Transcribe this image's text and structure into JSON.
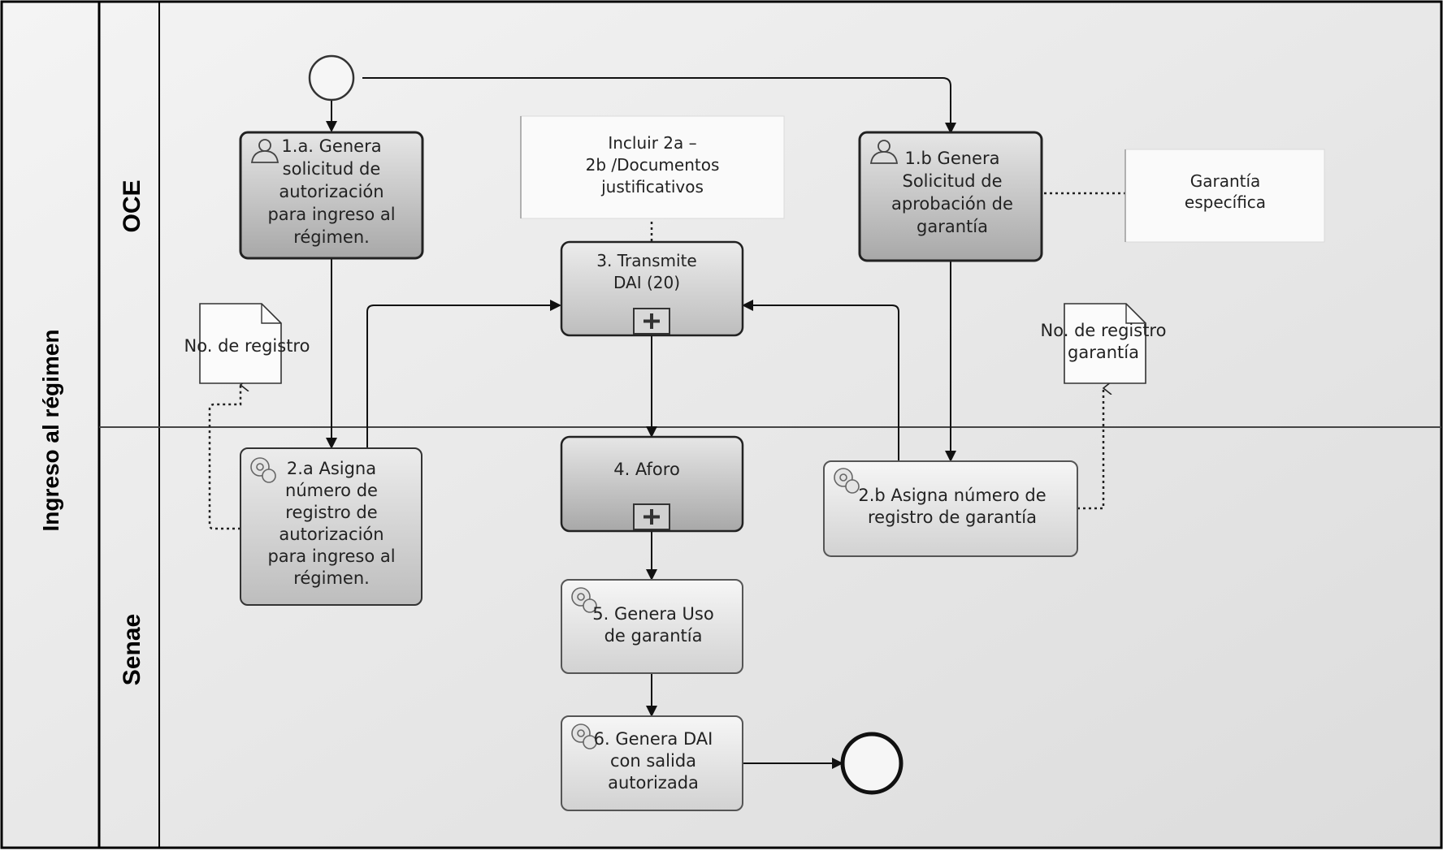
{
  "pool": {
    "label": "Ingreso al régimen"
  },
  "lanes": [
    {
      "label": "OCE"
    },
    {
      "label": "Senae"
    }
  ],
  "tasks": [
    {
      "id": "t1a",
      "lines": [
        "1.a. Genera",
        "solicitud de",
        "autorización",
        "para ingreso al",
        "régimen."
      ],
      "type": "user",
      "shade": "dark"
    },
    {
      "id": "t1b",
      "lines": [
        "1.b Genera",
        "Solicitud de",
        "aprobación de",
        "garantía"
      ],
      "type": "user",
      "shade": "dark"
    },
    {
      "id": "t3",
      "lines": [
        "3. Transmite",
        "DAI (20)"
      ],
      "type": "subprocess",
      "shade": "mid"
    },
    {
      "id": "t2a",
      "lines": [
        "2.a Asigna",
        "número de",
        "registro de",
        "autorización",
        "para ingreso al",
        "régimen."
      ],
      "type": "service",
      "shade": "mid"
    },
    {
      "id": "t4",
      "lines": [
        "4. Aforo"
      ],
      "type": "subprocess",
      "shade": "dark"
    },
    {
      "id": "t2b",
      "lines": [
        "2.b Asigna número de",
        "registro de garantía"
      ],
      "type": "service",
      "shade": "light"
    },
    {
      "id": "t5",
      "lines": [
        "5. Genera Uso",
        "de garantía"
      ],
      "type": "service",
      "shade": "light"
    },
    {
      "id": "t6",
      "lines": [
        "6. Genera DAI",
        "con salida",
        "autorizada"
      ],
      "type": "service",
      "shade": "light"
    }
  ],
  "annotations": [
    {
      "id": "a1",
      "lines": [
        "Incluir 2a –",
        "2b /Documentos",
        "justificativos"
      ]
    },
    {
      "id": "a2",
      "lines": [
        "Garantía",
        "específica"
      ]
    }
  ],
  "documents": [
    {
      "id": "d1",
      "lines": [
        "No. de registro"
      ]
    },
    {
      "id": "d2",
      "lines": [
        "No. de registro",
        "garantía"
      ]
    }
  ],
  "events": [
    {
      "id": "start",
      "type": "start"
    },
    {
      "id": "end",
      "type": "end"
    }
  ]
}
